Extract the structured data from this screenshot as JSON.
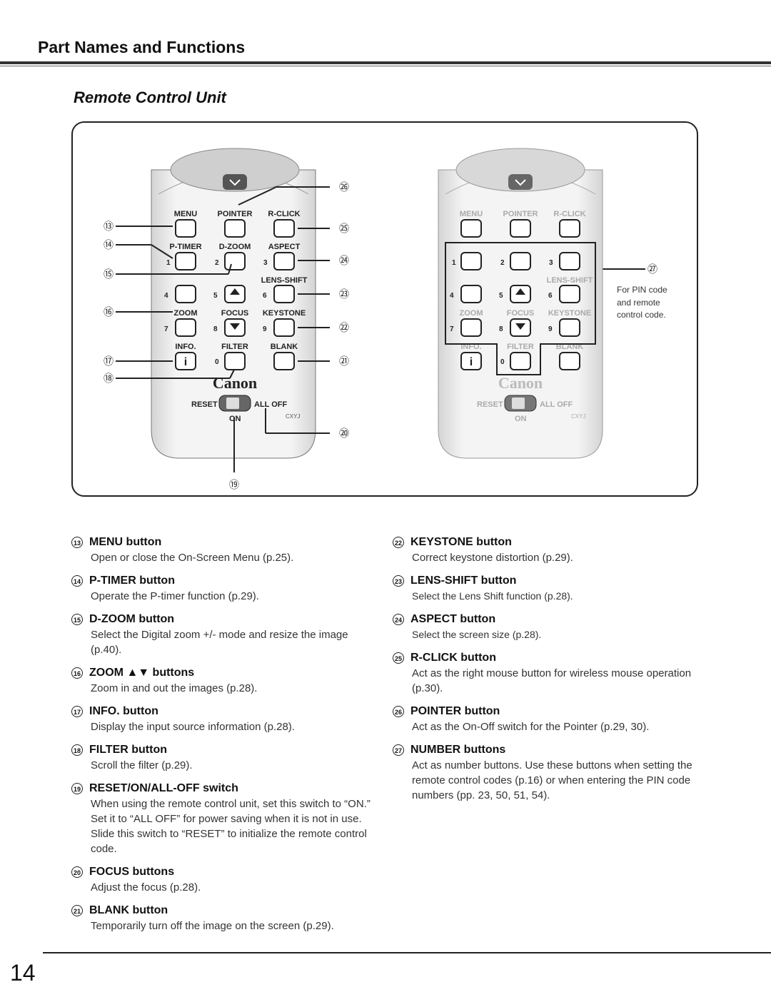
{
  "header": {
    "section_title": "Part Names and Functions",
    "subsection_title": "Remote Control Unit"
  },
  "figure": {
    "labels": {
      "menu": "MENU",
      "pointer": "POINTER",
      "rclick": "R-CLICK",
      "ptimer": "P-TIMER",
      "dzoom": "D-ZOOM",
      "aspect": "ASPECT",
      "lensshift": "LENS-SHIFT",
      "zoom": "ZOOM",
      "focus": "FOCUS",
      "keystone": "KEYSTONE",
      "info": "INFO.",
      "filter": "FILTER",
      "blank": "BLANK",
      "brand": "Canon",
      "reset": "RESET",
      "alloff": "ALL OFF",
      "on": "ON",
      "model": "CXYJ",
      "digits": [
        "1",
        "2",
        "3",
        "4",
        "5",
        "6",
        "7",
        "8",
        "9",
        "0"
      ]
    },
    "callouts": [
      "⑬",
      "⑭",
      "⑮",
      "⑯",
      "⑰",
      "⑱",
      "⑲",
      "⑳",
      "㉑",
      "㉒",
      "㉓",
      "㉔",
      "㉕",
      "㉖",
      "㉗"
    ],
    "pin_note": [
      "For PIN code",
      "and remote",
      "control code."
    ]
  },
  "items_left": [
    {
      "num": "13",
      "title": "MENU button",
      "body": "Open or close the On-Screen Menu (p.25)."
    },
    {
      "num": "14",
      "title": "P-TIMER button",
      "body": "Operate the P-timer function (p.29)."
    },
    {
      "num": "15",
      "title": "D-ZOOM button",
      "body": "Select the Digital zoom +/- mode and resize the image (p.40)."
    },
    {
      "num": "16",
      "title": "ZOOM ▲▼ buttons",
      "body": "Zoom in and out the images (p.28)."
    },
    {
      "num": "17",
      "title": "INFO. button",
      "body": "Display the input source information (p.28)."
    },
    {
      "num": "18",
      "title": "FILTER button",
      "body": " Scroll the filter (p.29)."
    },
    {
      "num": "19",
      "title": "RESET/ON/ALL-OFF switch",
      "body": "When using the remote control unit, set this switch to “ON.” Set it to “ALL OFF” for power saving when it is not in use. Slide this switch to “RESET” to initialize the remote control code."
    },
    {
      "num": "20",
      "title": "FOCUS buttons",
      "body": "Adjust the focus (p.28)."
    },
    {
      "num": "21",
      "title": "BLANK button",
      "body": "Temporarily turn off the image on the screen (p.29)."
    }
  ],
  "items_right": [
    {
      "num": "22",
      "title": "KEYSTONE button",
      "body": "Correct keystone distortion (p.29)."
    },
    {
      "num": "23",
      "title": "LENS-SHIFT button",
      "body": "Select the Lens Shift function (p.28)."
    },
    {
      "num": "24",
      "title": "ASPECT button",
      "body": "Select the screen size (p.28)."
    },
    {
      "num": "25",
      "title": "R-CLICK button",
      "body": "Act as the right mouse button for wireless mouse operation (p.30)."
    },
    {
      "num": "26",
      "title": "POINTER button",
      "body": "Act as the On-Off switch for the Pointer (p.29, 30)."
    },
    {
      "num": "27",
      "title": "NUMBER buttons",
      "body": "Act as number buttons. Use these buttons when setting the remote control codes (p.16) or when entering the PIN code numbers (pp. 23, 50, 51, 54)."
    }
  ],
  "footer": {
    "page_number": "14"
  }
}
